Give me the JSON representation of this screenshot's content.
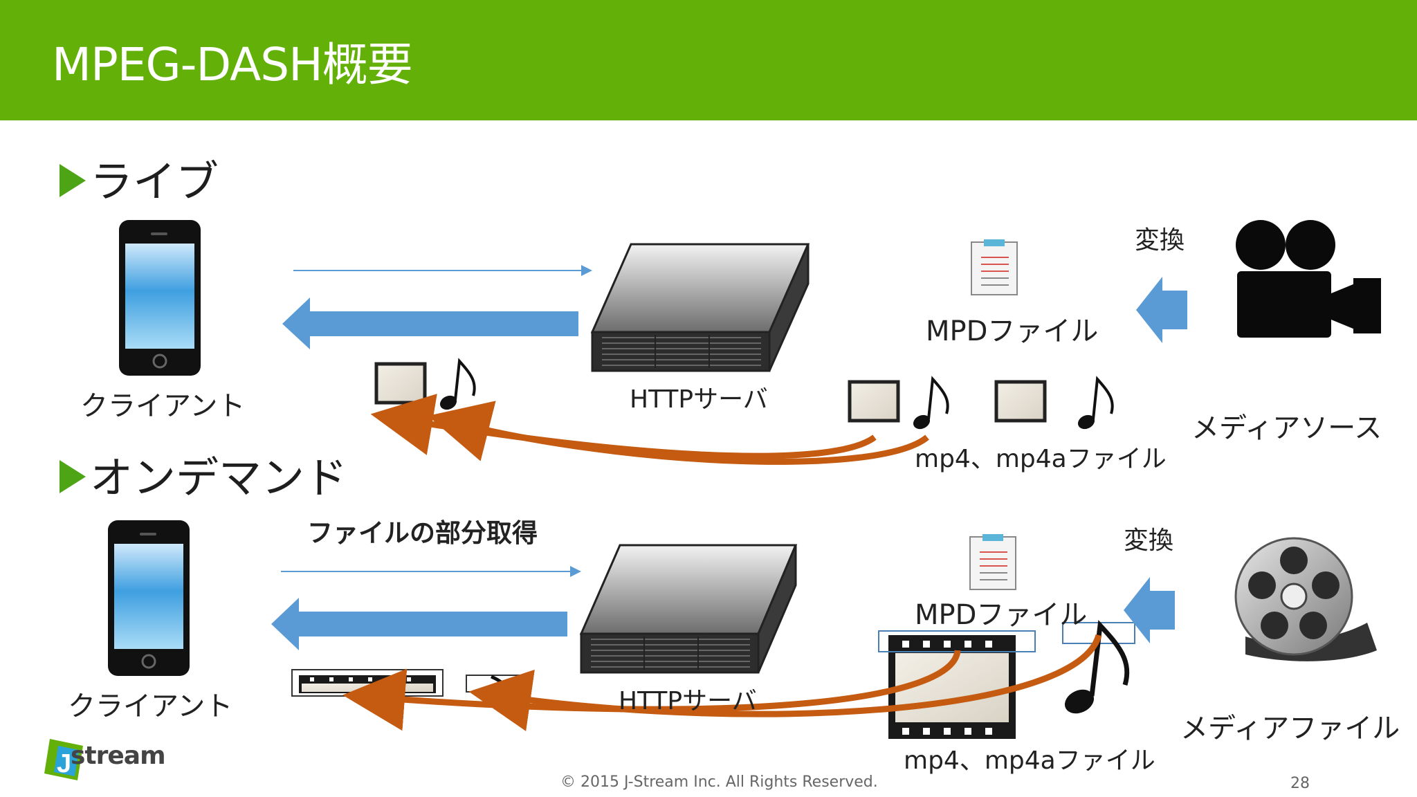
{
  "slide": {
    "title": "MPEG-DASH概要",
    "footer": "© 2015 J-Stream Inc. All Rights Reserved.",
    "page_number": "28",
    "logo_text": "stream"
  },
  "live": {
    "heading": "ライブ",
    "client_label": "クライアント",
    "server_label": "HTTPサーバ",
    "mpd_label": "MPDファイル",
    "media_label": "mp4、mp4aファイル",
    "convert_label": "変換",
    "source_label": "メディアソース"
  },
  "ondemand": {
    "heading": "オンデマンド",
    "client_label": "クライアント",
    "partial_label": "ファイルの部分取得",
    "server_label": "HTTPサーバ",
    "mpd_label": "MPDファイル",
    "media_label": "mp4、mp4aファイル",
    "convert_label": "変換",
    "source_label": "メディアファイル"
  },
  "colors": {
    "title_bar": "#63b008",
    "arrow_blue": "#5b9bd5",
    "arrow_orange": "#c55a11",
    "bullet": "#4da515"
  }
}
